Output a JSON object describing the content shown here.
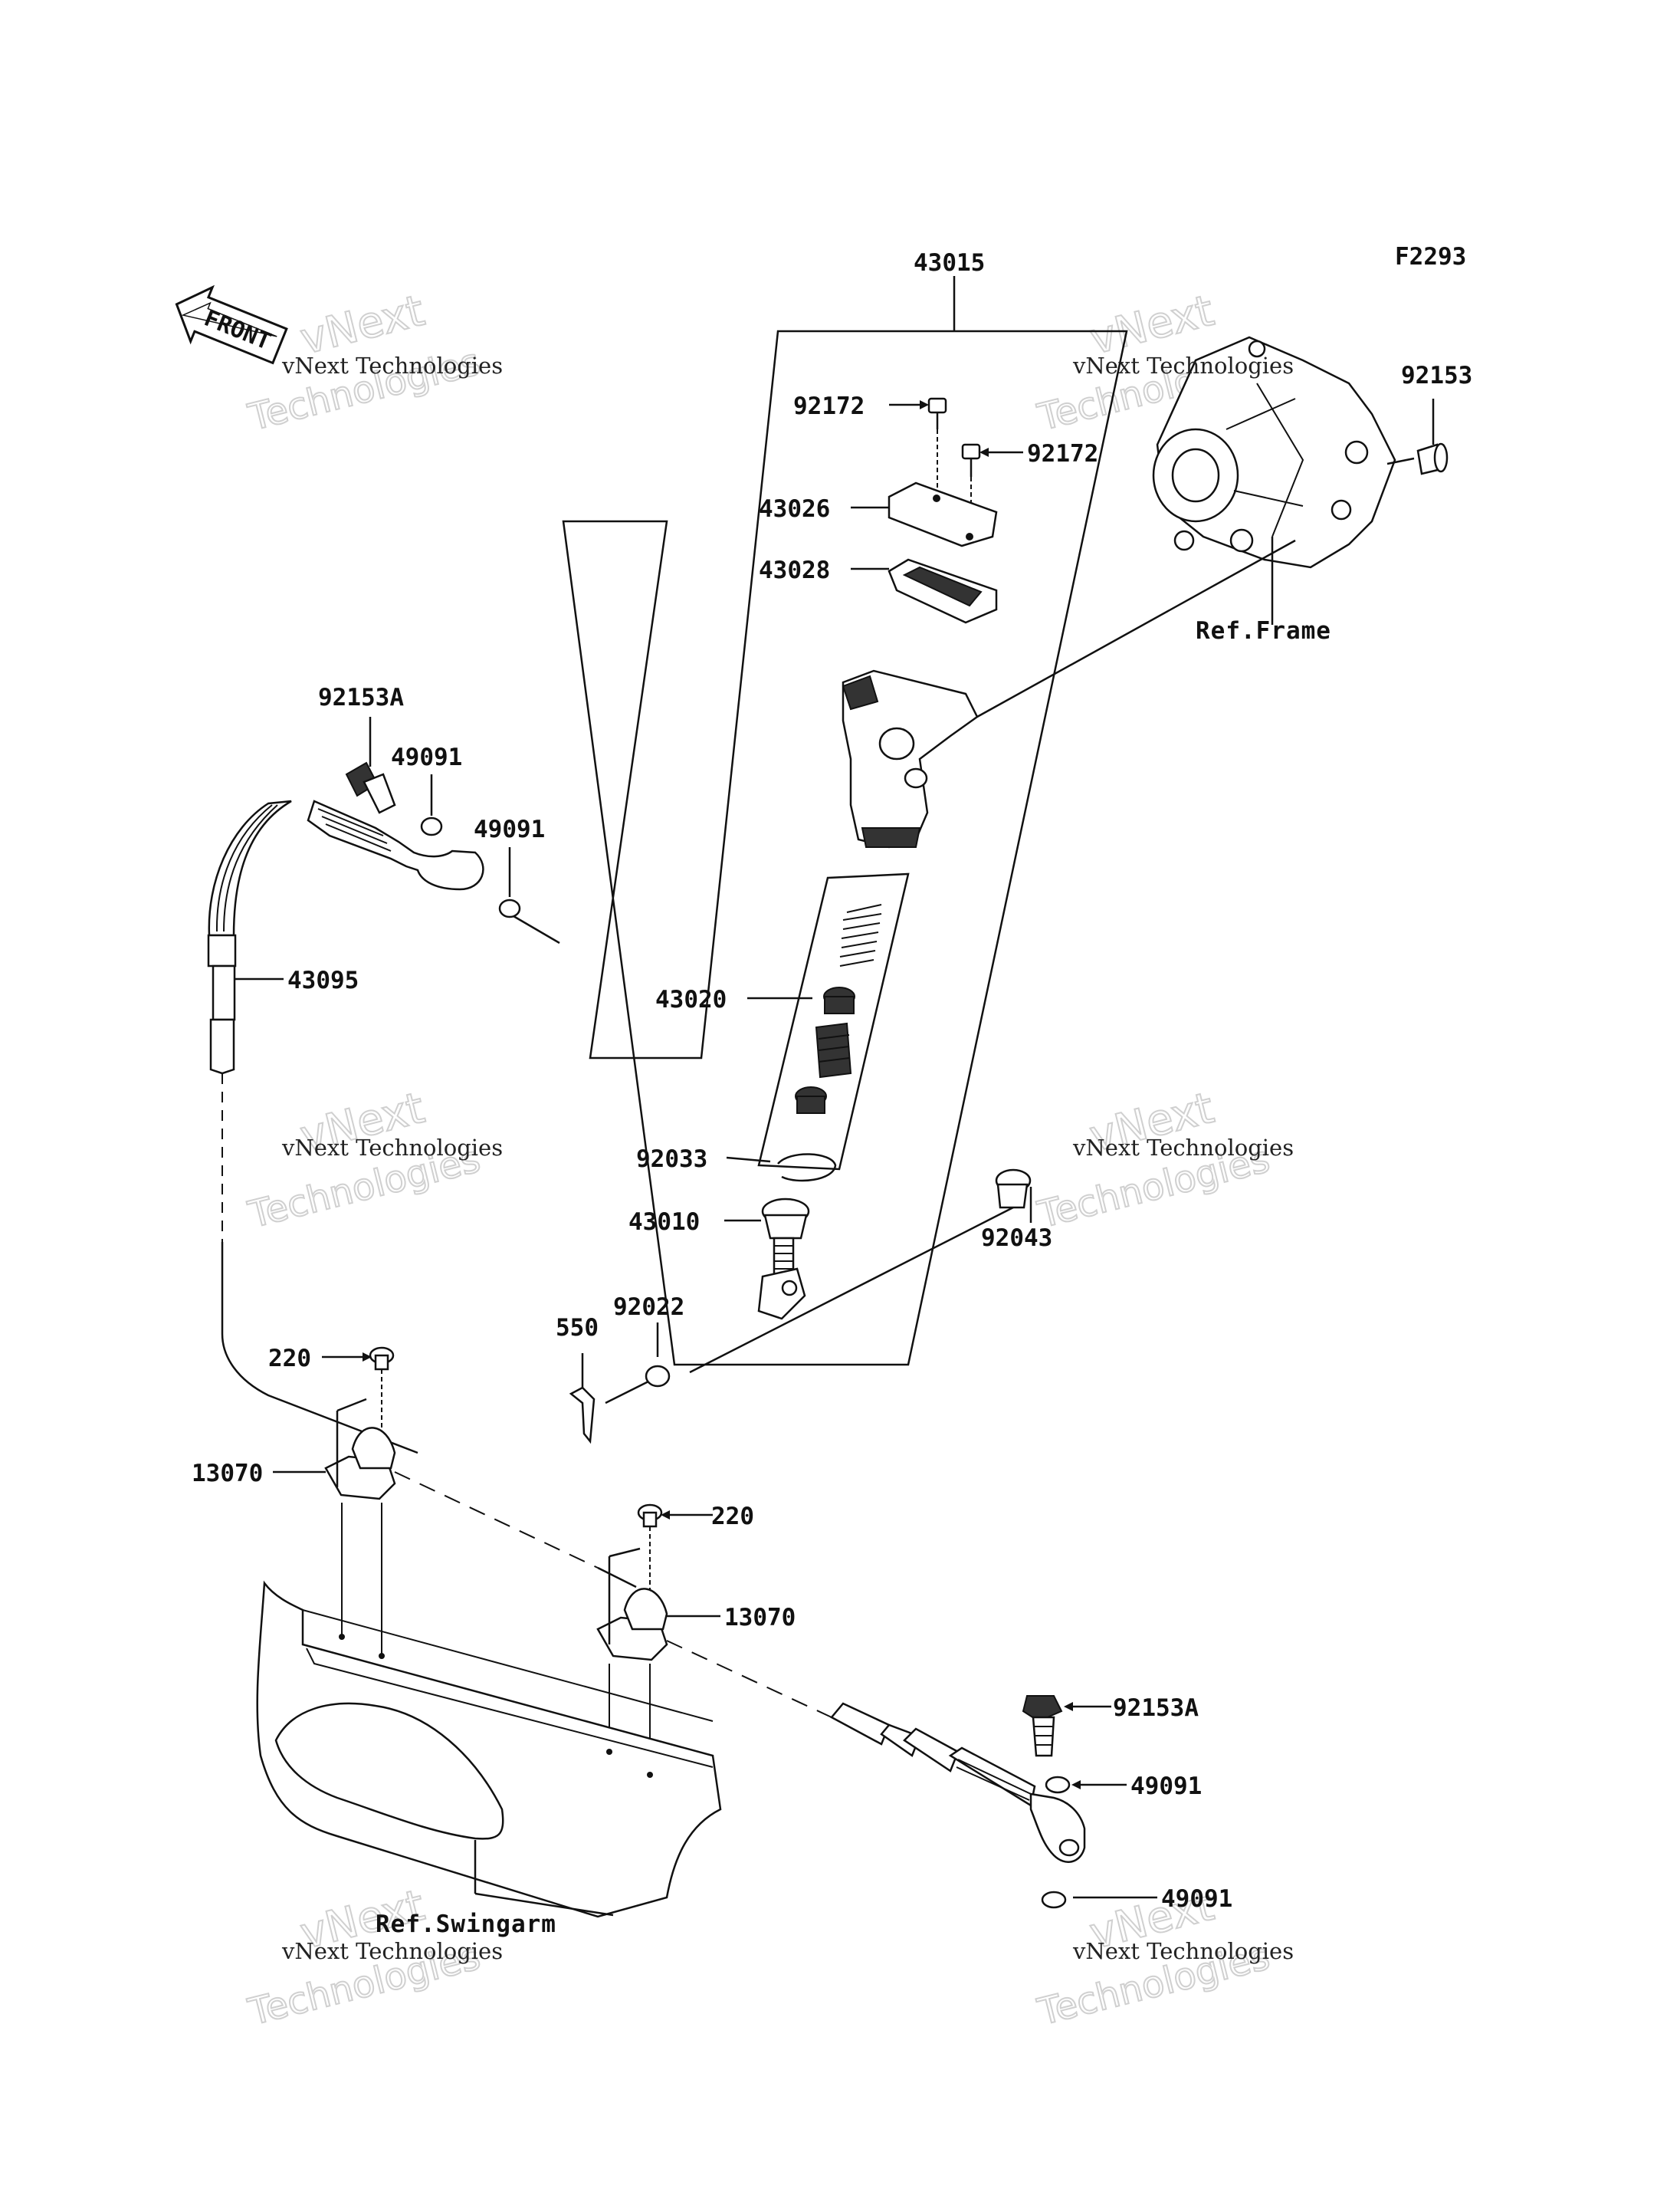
{
  "figure_code": "F2293",
  "front_label": "FRONT",
  "part_labels": [
    {
      "id": "43015",
      "text": "43015"
    },
    {
      "id": "92153",
      "text": "92153"
    },
    {
      "id": "92172a",
      "text": "92172"
    },
    {
      "id": "92172b",
      "text": "92172"
    },
    {
      "id": "43026",
      "text": "43026"
    },
    {
      "id": "43028",
      "text": "43028"
    },
    {
      "id": "92153A-top",
      "text": "92153A"
    },
    {
      "id": "49091-a",
      "text": "49091"
    },
    {
      "id": "49091-b",
      "text": "49091"
    },
    {
      "id": "43095",
      "text": "43095"
    },
    {
      "id": "43020",
      "text": "43020"
    },
    {
      "id": "92033",
      "text": "92033"
    },
    {
      "id": "43010",
      "text": "43010"
    },
    {
      "id": "92043",
      "text": "92043"
    },
    {
      "id": "550",
      "text": "550"
    },
    {
      "id": "92022",
      "text": "92022"
    },
    {
      "id": "220-a",
      "text": "220"
    },
    {
      "id": "13070-a",
      "text": "13070"
    },
    {
      "id": "220-b",
      "text": "220"
    },
    {
      "id": "13070-b",
      "text": "13070"
    },
    {
      "id": "92153A-bottom",
      "text": "92153A"
    },
    {
      "id": "49091-c",
      "text": "49091"
    },
    {
      "id": "49091-d",
      "text": "49091"
    }
  ],
  "references": {
    "frame": "Ref.Frame",
    "swingarm": "Ref.Swingarm"
  },
  "watermark": {
    "company": "vNext Technologies",
    "line1": "vNext",
    "line2": "Technologies"
  }
}
